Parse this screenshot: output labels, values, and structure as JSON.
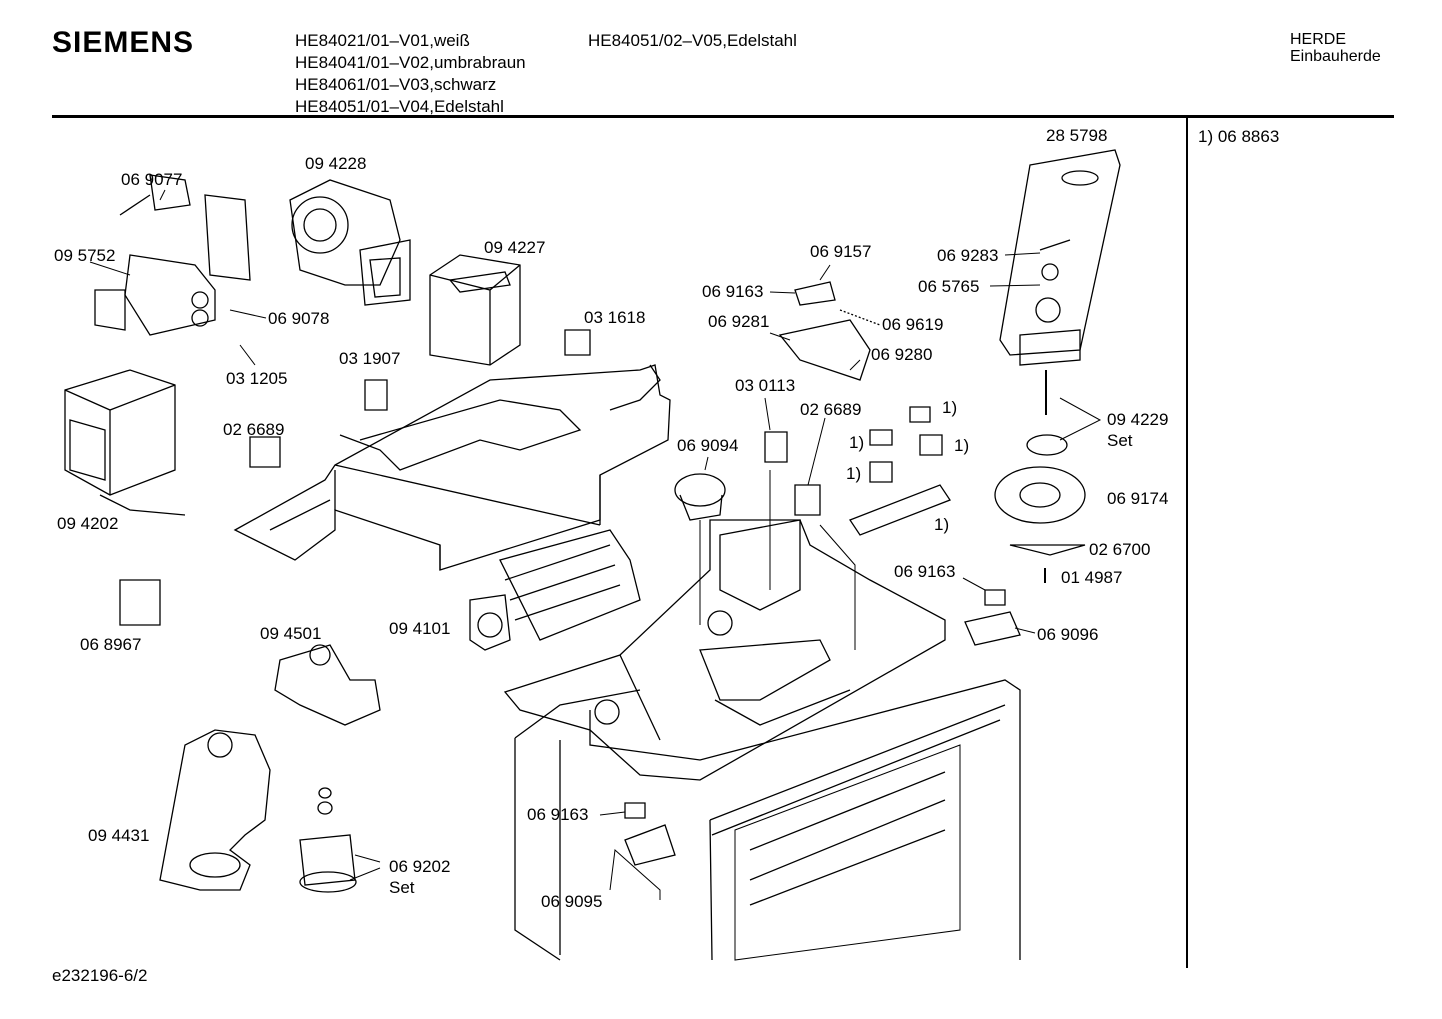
{
  "header": {
    "brand": "SIEMENS",
    "models_col1": [
      "HE84021/01–V01,weiß",
      "HE84041/01–V02,umbrabraun",
      "HE84061/01–V03,schwarz",
      "HE84051/01–V04,Edelstahl"
    ],
    "models_col2": [
      "HE84051/02–V05,Edelstahl"
    ],
    "category": "HERDE",
    "subcategory": "Einbauherde"
  },
  "footnote_panel": {
    "note": "1) 06 8863"
  },
  "parts": [
    "28 5798",
    "06 9077",
    "09 4228",
    "09 5752",
    "09 4227",
    "06 9078",
    "03 1618",
    "03 1907",
    "03 1205",
    "06 9157",
    "06 9163",
    "06 9281",
    "06 9619",
    "06 9280",
    "06 9283",
    "06 5765",
    "02 6689",
    "09 4202",
    "03 0113",
    "02 6689",
    "06 9094",
    "1)",
    "1)",
    "1)",
    "1)",
    "1)",
    "09 4229",
    "Set",
    "06 9174",
    "02 6700",
    "01 4987",
    "06 9163",
    "06 9096",
    "06 8967",
    "09 4501",
    "09 4101",
    "09 4431",
    "06 9163",
    "06 9202",
    "Set",
    "06 9095"
  ],
  "footer": {
    "drawing_id": "e232196-6/2"
  }
}
